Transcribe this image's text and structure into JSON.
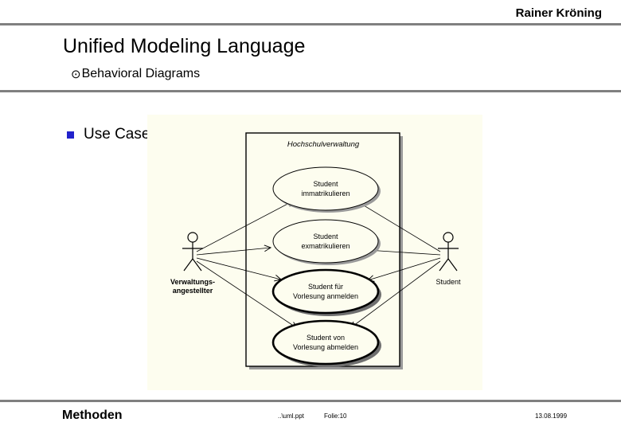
{
  "slide": {
    "author": "Rainer Kröning",
    "title": "Unified Modeling Language",
    "subtitle": "Behavioral  Diagrams",
    "subtitle_bullet_glyph": "⊙",
    "body_bullet": "Use Case",
    "accent_bullet_color": "#2222cc",
    "rule_color": "#808080",
    "picture_bg_color": "#fdfdef"
  },
  "footer": {
    "left": "Methoden",
    "file": "..\\uml.ppt",
    "slide_no": "Folie:10",
    "date": "13.08.1999"
  },
  "diagram": {
    "type": "uml-use-case",
    "system_boundary_label": "Hochschulverwaltung",
    "actors": [
      {
        "id": "verwaltungsangestellter",
        "label_line1": "Verwaltungs-",
        "label_line2": "angestellter",
        "side": "left"
      },
      {
        "id": "student",
        "label_line1": "Student",
        "label_line2": "",
        "side": "right"
      }
    ],
    "use_cases": [
      {
        "id": "uc1",
        "line1": "Student",
        "line2": "immatrikulieren",
        "emphasis": false
      },
      {
        "id": "uc2",
        "line1": "Student",
        "line2": "exmatrikulieren",
        "emphasis": false
      },
      {
        "id": "uc3",
        "line1": "Student für",
        "line2": "Vorlesung anmelden",
        "emphasis": true
      },
      {
        "id": "uc4",
        "line1": "Student von",
        "line2": "Vorlesung abmelden",
        "emphasis": true
      }
    ],
    "associations": [
      {
        "from": "verwaltungsangestellter",
        "to": "uc1"
      },
      {
        "from": "verwaltungsangestellter",
        "to": "uc2"
      },
      {
        "from": "verwaltungsangestellter",
        "to": "uc3"
      },
      {
        "from": "verwaltungsangestellter",
        "to": "uc4"
      },
      {
        "from": "student",
        "to": "uc1"
      },
      {
        "from": "student",
        "to": "uc2"
      },
      {
        "from": "student",
        "to": "uc3"
      },
      {
        "from": "student",
        "to": "uc4"
      }
    ]
  }
}
